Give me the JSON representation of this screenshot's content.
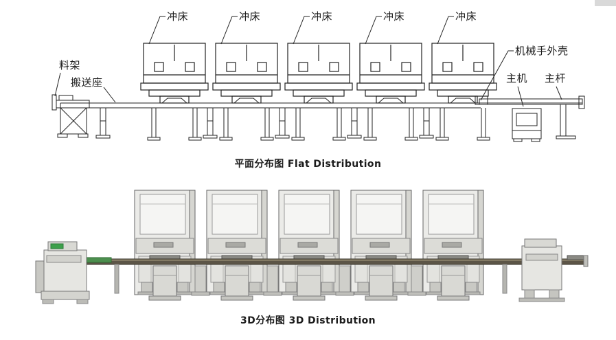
{
  "flat_view": {
    "press_labels": [
      "冲床",
      "冲床",
      "冲床",
      "冲床",
      "冲床"
    ],
    "labels": {
      "material_rack": "料架",
      "transport_seat": "搬送座",
      "manipulator_shell": "机械手外壳",
      "main_machine": "主机",
      "main_rod": "主杆"
    },
    "caption": "平面分布图 Flat Distribution"
  },
  "three_d_view": {
    "caption": "3D分布图 3D Distribution"
  },
  "colors": {
    "line": "#222222",
    "machine_gray": "#e6e6e2",
    "conveyor_dark": "#5c5547",
    "screen_green": "#3da04b"
  }
}
